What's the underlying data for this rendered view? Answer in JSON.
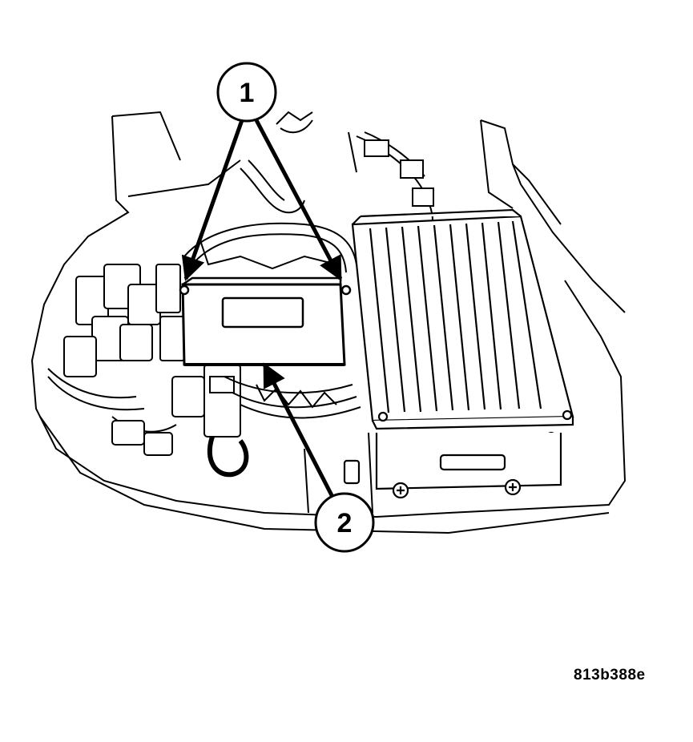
{
  "callouts": [
    {
      "label": "1"
    },
    {
      "label": "2"
    }
  ],
  "figure_code": "813b388e",
  "colors": {
    "line": "#000000",
    "background": "#ffffff"
  }
}
